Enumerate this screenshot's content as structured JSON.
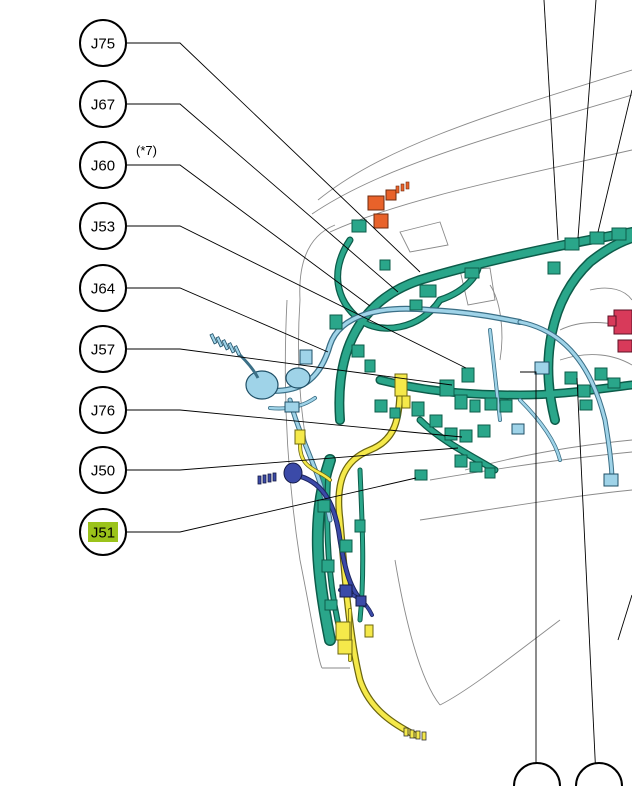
{
  "diagram": {
    "callouts": [
      {
        "id": "J75",
        "label": "J75",
        "highlight": false,
        "note": ""
      },
      {
        "id": "J67",
        "label": "J67",
        "highlight": false,
        "note": ""
      },
      {
        "id": "J60",
        "label": "J60",
        "highlight": false,
        "note": "(*7)"
      },
      {
        "id": "J53",
        "label": "J53",
        "highlight": false,
        "note": ""
      },
      {
        "id": "J64",
        "label": "J64",
        "highlight": false,
        "note": ""
      },
      {
        "id": "J57",
        "label": "J57",
        "highlight": false,
        "note": ""
      },
      {
        "id": "J76",
        "label": "J76",
        "highlight": false,
        "note": ""
      },
      {
        "id": "J50",
        "label": "J50",
        "highlight": false,
        "note": ""
      },
      {
        "id": "J51",
        "label": "J51",
        "highlight": true,
        "note": ""
      }
    ],
    "colors": {
      "harness_teal": "#2aa68a",
      "harness_outline": "#0d5c4a",
      "wire_yellow": "#f5e94a",
      "wire_lightblue": "#9fd3e8",
      "wire_navy": "#3b4aa8",
      "connector_orange": "#e8622a",
      "connector_red": "#d83a5a",
      "highlight_green": "#9bc31a",
      "line_gray": "#777777"
    }
  }
}
